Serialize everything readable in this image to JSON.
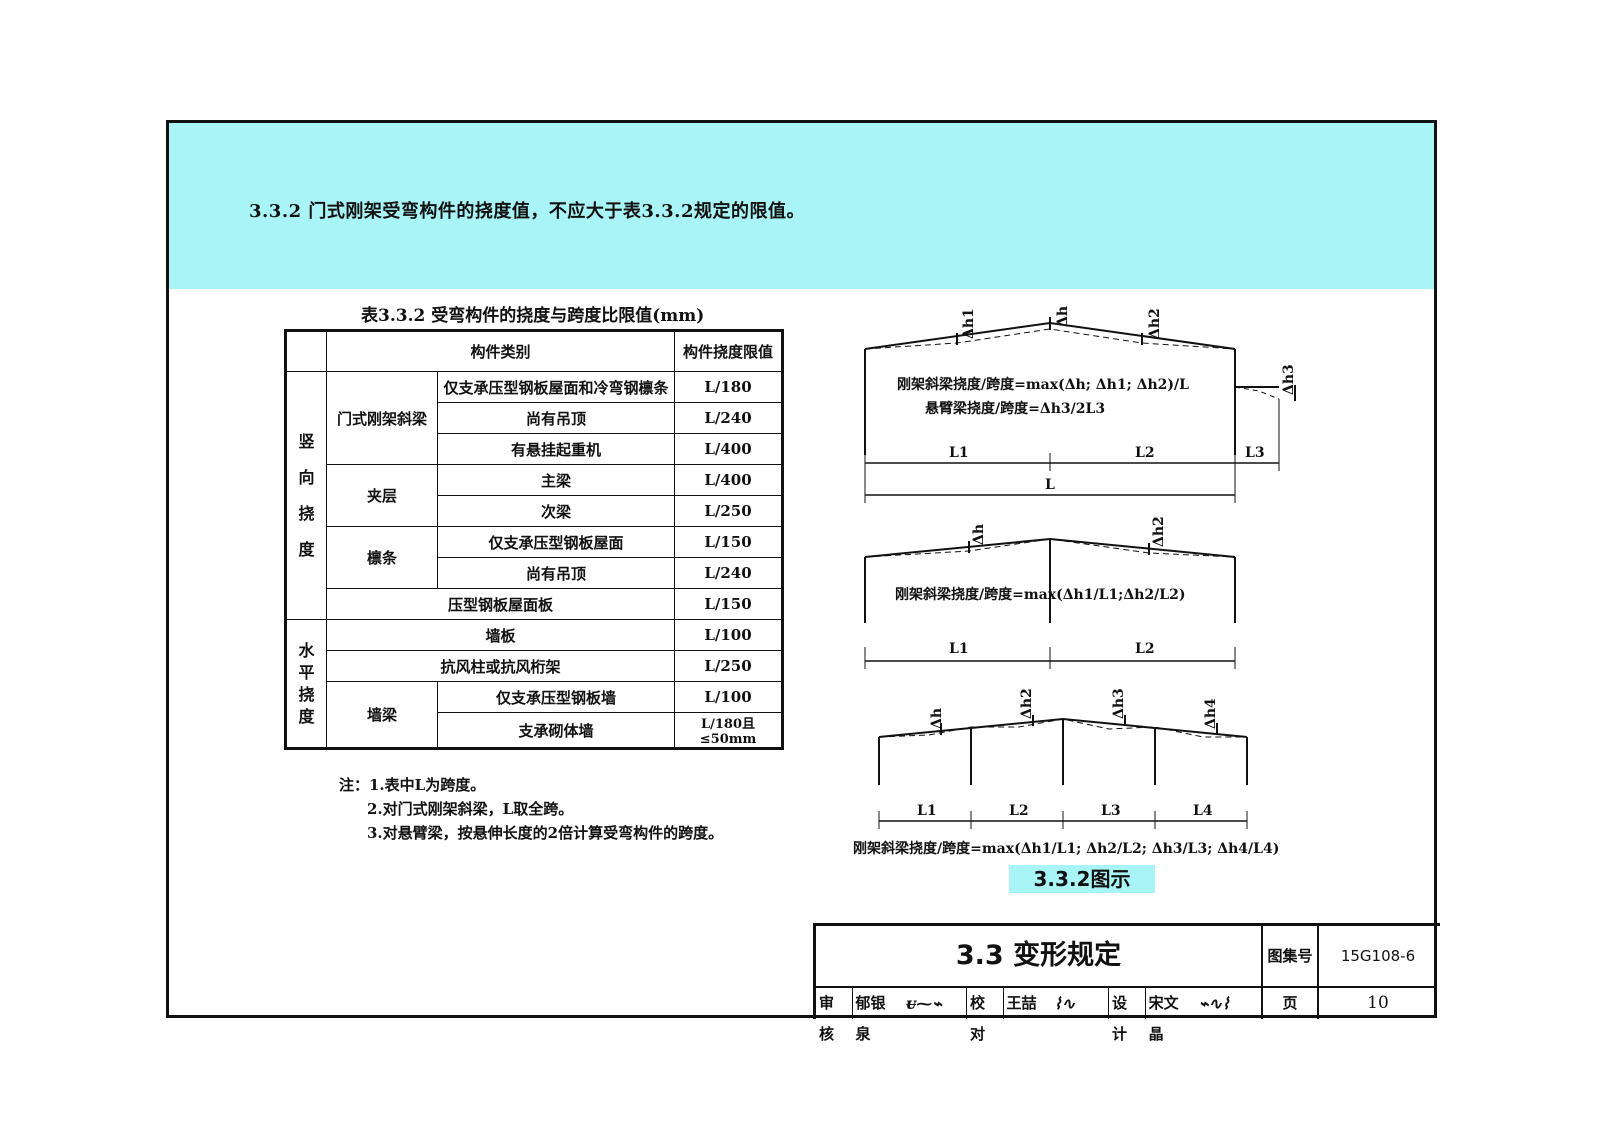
{
  "clause": "3.3.2  门式刚架受弯构件的挠度值，不应大于表3.3.2规定的限值。",
  "table": {
    "title": "表3.3.2   受弯构件的挠度与跨度比限值(mm)",
    "header_category": "构件类别",
    "header_limit": "构件挠度限值",
    "group_vertical": "竖向挠度",
    "group_horizontal": "水平挠度",
    "sub_portal": "门式刚架斜梁",
    "sub_mezzanine": "夹层",
    "sub_purlin": "檩条",
    "sub_wallbeam": "墙梁",
    "rows": [
      {
        "item": "仅支承压型钢板屋面和冷弯钢檩条",
        "limit": "L/180"
      },
      {
        "item": "尚有吊顶",
        "limit": "L/240"
      },
      {
        "item": "有悬挂起重机",
        "limit": "L/400"
      },
      {
        "item": "主梁",
        "limit": "L/400"
      },
      {
        "item": "次梁",
        "limit": "L/250"
      },
      {
        "item": "仅支承压型钢板屋面",
        "limit": "L/150"
      },
      {
        "item": "尚有吊顶",
        "limit": "L/240"
      },
      {
        "item": "压型钢板屋面板",
        "limit": "L/150"
      },
      {
        "item": "墙板",
        "limit": "L/100"
      },
      {
        "item": "抗风柱或抗风桁架",
        "limit": "L/250"
      },
      {
        "item": "仅支承压型钢板墙",
        "limit": "L/100"
      },
      {
        "item": "支承砌体墙",
        "limit": "L/180且≤50mm"
      }
    ]
  },
  "notes": [
    "注：1.表中L为跨度。",
    "2.对门式刚架斜梁，L取全跨。",
    "3.对悬臂梁，按悬伸长度的2倍计算受弯构件的跨度。"
  ],
  "figure": {
    "d1_formula1": "刚架斜梁挠度/跨度=max(Δh; Δh1; Δh2)/L",
    "d1_formula2": "悬臂梁挠度/跨度=Δh3/2L3",
    "d1_labels": [
      "Δh1",
      "Δh",
      "Δh2",
      "Δh3"
    ],
    "d1_spans": [
      "L1",
      "L2",
      "L3",
      "L"
    ],
    "d2_formula": "刚架斜梁挠度/跨度=max(Δh1/L1;Δh2/L2)",
    "d2_labels": [
      "Δh",
      "Δh2"
    ],
    "d2_spans": [
      "L1",
      "L2"
    ],
    "d3_formula": "刚架斜梁挠度/跨度=max(Δh1/L1; Δh2/L2; Δh3/L3; Δh4/L4)",
    "d3_labels": [
      "Δh",
      "Δh2",
      "Δh3",
      "Δh4"
    ],
    "d3_spans": [
      "L1",
      "L2",
      "L3",
      "L4"
    ],
    "caption": "3.3.2图示"
  },
  "titleblock": {
    "title": "3.3  变形规定",
    "atlas_label": "图集号",
    "atlas_no": "15G108-6",
    "page_label": "页",
    "page_no": "10",
    "review_label": "审核",
    "reviewer": "郁银泉",
    "check_label": "校对",
    "checker": "王喆",
    "design_label": "设计",
    "designer": "宋文晶"
  }
}
